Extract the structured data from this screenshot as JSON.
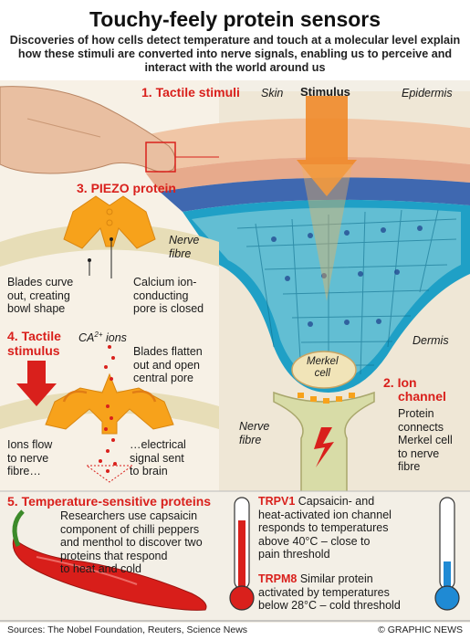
{
  "title": "Touchy-feely protein sensors",
  "subtitle": "Discoveries of how cells detect temperature and touch at a molecular level explain how these stimuli are converted into nerve signals, enabling us to perceive and interact with the world around us",
  "s1": {
    "num": "1.",
    "label": "Tactile stimuli",
    "skin": "Skin",
    "stimulus": "Stimulus",
    "epidermis": "Epidermis"
  },
  "s3": {
    "num": "3.",
    "label": "PIEZO protein",
    "nerve": "Nerve",
    "fibre": "fibre",
    "blades1": "Blades curve",
    "blades2": "out, creating",
    "blades3": "bowl shape",
    "calcium1": "Calcium ion-",
    "calcium2": "conducting",
    "calcium3": "pore is closed"
  },
  "s4": {
    "num": "4.",
    "label1": "Tactile",
    "label2": "stimulus",
    "ions": "CA",
    "ions_sup": "2+",
    "ions_rest": " ions",
    "flat1": "Blades flatten",
    "flat2": "out and open",
    "flat3": "central pore",
    "flow1": "Ions flow",
    "flow2": "to nerve",
    "flow3": "fibre…",
    "elec1": "…electrical",
    "elec2": "signal sent",
    "elec3": "to brain"
  },
  "s2": {
    "dermis": "Dermis",
    "merkel1": "Merkel",
    "merkel2": "cell",
    "num": "2.",
    "ion1": "Ion",
    "ion2": "channel",
    "desc1": "Protein",
    "desc2": "connects",
    "desc3": "Merkel cell",
    "desc4": "to nerve",
    "desc5": "fibre",
    "nerve": "Nerve",
    "fibre": "fibre"
  },
  "s5": {
    "num": "5.",
    "label": "Temperature-sensitive proteins",
    "d1": "Researchers use capsaicin",
    "d2": "component of chilli peppers",
    "d3": "and menthol to discover two",
    "d4": "proteins that respond",
    "d5": "to heat and cold"
  },
  "trpv1": {
    "name": "TRPV1",
    "t1": " Capsaicin- and",
    "t2": "heat-activated ion channel",
    "t3": "responds to temperatures",
    "t4": "above 40°C – close to",
    "t5": "pain threshold"
  },
  "trpm8": {
    "name": "TRPM8",
    "t1": " Similar protein",
    "t2": "activated by temperatures",
    "t3": "below 28°C – cold threshold"
  },
  "footer": {
    "sources": "Sources: The Nobel Foundation, Reuters, Science News",
    "credit": "© GRAPHIC NEWS"
  },
  "colors": {
    "accent": "#d9201c",
    "protein": "#f7a21b",
    "cell": "#2aa3c6",
    "skin": "#e9c9a8",
    "background": "#f2ede2"
  }
}
